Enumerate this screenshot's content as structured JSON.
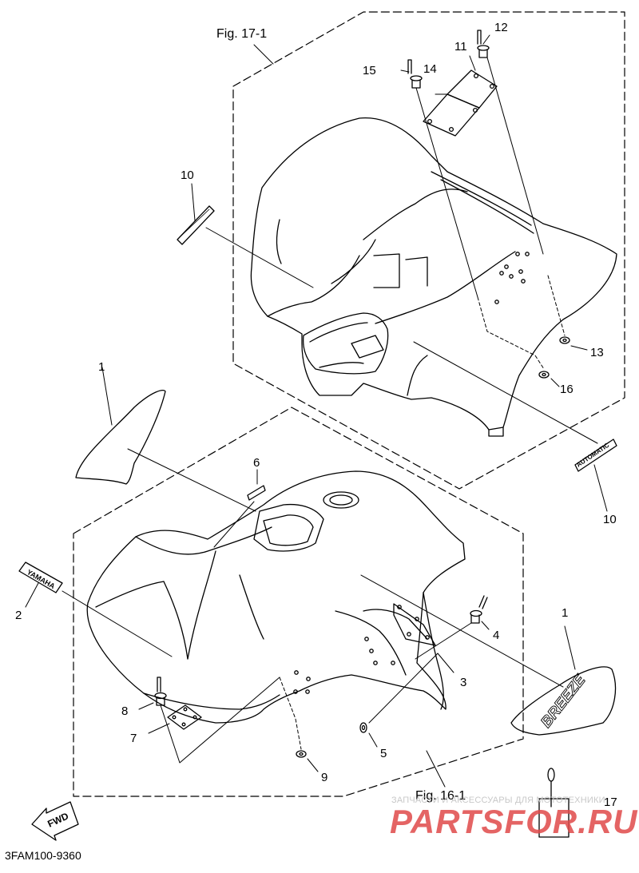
{
  "figures": {
    "fig_17_1": "Fig. 17-1",
    "fig_16_1": "Fig. 16-1"
  },
  "callouts": {
    "c1_left": "1",
    "c1_right": "1",
    "c2": "2",
    "c3": "3",
    "c4": "4",
    "c5": "5",
    "c6": "6",
    "c7": "7",
    "c8": "8",
    "c9": "9",
    "c10_top": "10",
    "c10_bottom": "10",
    "c11": "11",
    "c12": "12",
    "c13": "13",
    "c14": "14",
    "c15": "15",
    "c16": "16",
    "c17": "17"
  },
  "decals": {
    "yamaha": "YAMAHA",
    "automatic": "AUTOMATIC",
    "breeze": "BREEZE",
    "fwd": "FWD"
  },
  "diagram_code": "3FAM100-9360",
  "watermark": {
    "small": "ЗАПЧАСТИ И АКСЕССУАРЫ ДЛЯ МОТОТЕХНИКИ",
    "big": "PARTSFOR.RU"
  },
  "colors": {
    "line": "#000000",
    "watermark_red": "#e04a4a",
    "watermark_grey": "#c8c8c8"
  }
}
